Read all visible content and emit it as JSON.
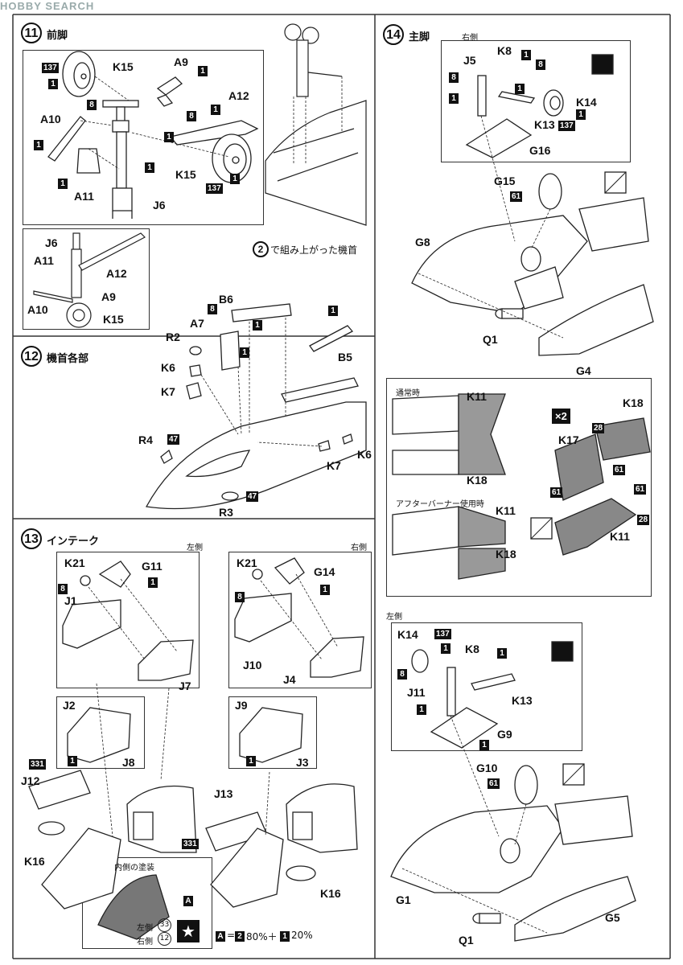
{
  "watermark": "HOBBY SEARCH",
  "steps": [
    {
      "number": "11",
      "title": "前脚"
    },
    {
      "number": "12",
      "title": "機首各部"
    },
    {
      "number": "13",
      "title": "インテーク"
    },
    {
      "number": "14",
      "title": "主脚"
    }
  ],
  "step11": {
    "parts": [
      "K15",
      "A9",
      "A12",
      "A10",
      "A11",
      "J6",
      "K15"
    ],
    "paint": [
      "137",
      "1",
      "1",
      "8",
      "8",
      "1",
      "1",
      "1",
      "1",
      "1",
      "137",
      "1"
    ],
    "assembled_parts": [
      "J6",
      "A11",
      "A12",
      "A10",
      "A9",
      "K15"
    ],
    "note_number": "2",
    "note_text": "で組み上がった機首"
  },
  "step12": {
    "parts": [
      "B6",
      "A7",
      "R2",
      "K6",
      "K7",
      "R4",
      "B5",
      "K7",
      "K6",
      "R3"
    ],
    "paint": [
      "8",
      "1",
      "1",
      "1",
      "47",
      "47"
    ]
  },
  "step13": {
    "left_label": "左側",
    "right_label": "右側",
    "left_parts": [
      "K21",
      "G11",
      "J1",
      "J7",
      "J2",
      "J8",
      "J12",
      "K16"
    ],
    "right_parts": [
      "K21",
      "G14",
      "J10",
      "J4",
      "J9",
      "J3",
      "J13",
      "K16"
    ],
    "paint": [
      "8",
      "1",
      "1",
      "8",
      "1",
      "1",
      "331",
      "331"
    ],
    "inner_paint_title": "内側の塗装",
    "inner_paint_left": "左側",
    "inner_paint_right": "右側",
    "inner_paint_left_code": "33",
    "inner_paint_right_code": "12",
    "mix_letter": "A",
    "mix_formula_part1": "=",
    "mix_color1": "2",
    "mix_pct1": "80%＋",
    "mix_color2": "1",
    "mix_pct2": "20%"
  },
  "step14": {
    "right_label": "右側",
    "left_label": "左側",
    "right_parts": [
      "K8",
      "J5",
      "K14",
      "K13",
      "G16",
      "G15",
      "G8",
      "Q1",
      "G4"
    ],
    "left_parts": [
      "K14",
      "K8",
      "J11",
      "K13",
      "G9",
      "G10",
      "G1",
      "Q1",
      "G5"
    ],
    "paint": [
      "1",
      "8",
      "8",
      "1",
      "1",
      "137",
      "1",
      "61",
      "137",
      "1",
      "1",
      "8",
      "1",
      "1",
      "61"
    ],
    "nozzle_normal": "通常時",
    "nozzle_afterburner": "アフターバーナー使用時",
    "nozzle_parts": [
      "K11",
      "K18",
      "K11",
      "K18"
    ],
    "x2": "×2",
    "exploded_parts": [
      "K18",
      "K17",
      "K11"
    ],
    "exploded_paint": [
      "28",
      "61",
      "61",
      "61",
      "28"
    ]
  }
}
